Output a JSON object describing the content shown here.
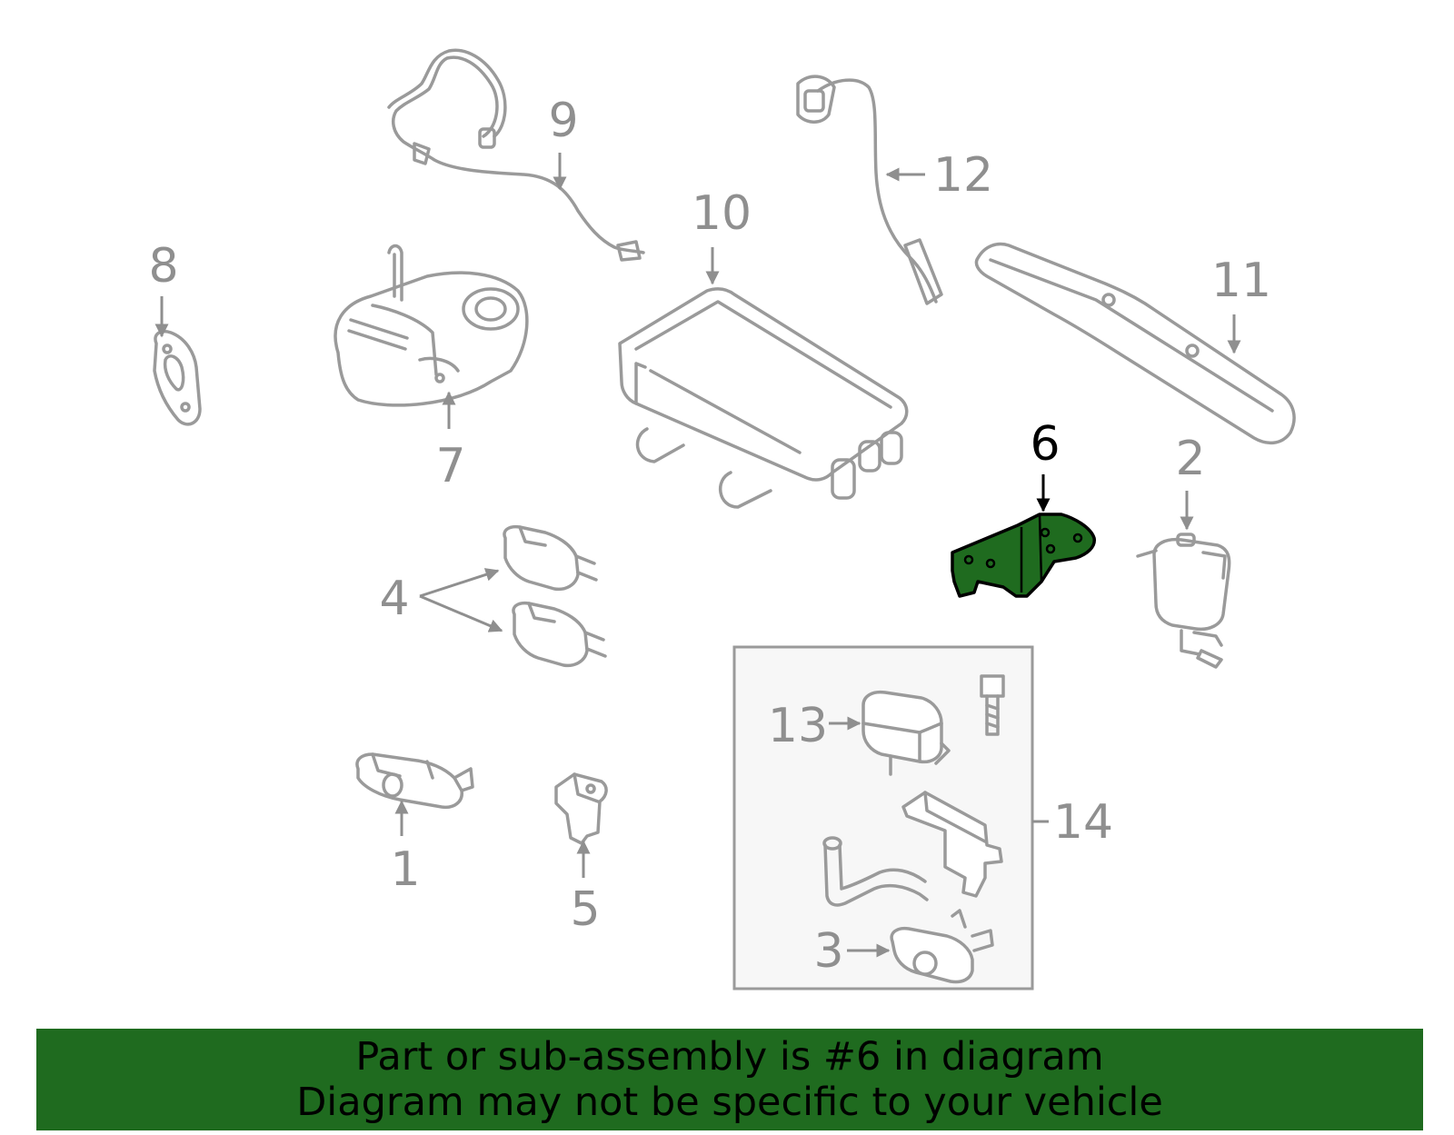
{
  "colors": {
    "banner_bg": "#1f6b1f",
    "highlight_part": "#1f6b1f",
    "part_outline": "#9a9a9a",
    "callout_text": "#8f8f8f",
    "highlight_text": "#000000"
  },
  "callouts": {
    "c1": "1",
    "c2": "2",
    "c3": "3",
    "c4": "4",
    "c5": "5",
    "c6": "6",
    "c7": "7",
    "c8": "8",
    "c9": "9",
    "c10": "10",
    "c11": "11",
    "c12": "12",
    "c13": "13",
    "c14": "14"
  },
  "highlighted_part": "6",
  "banner": {
    "line1": "Part or sub-assembly is #6 in diagram",
    "line2": "Diagram may not be specific to your vehicle"
  }
}
